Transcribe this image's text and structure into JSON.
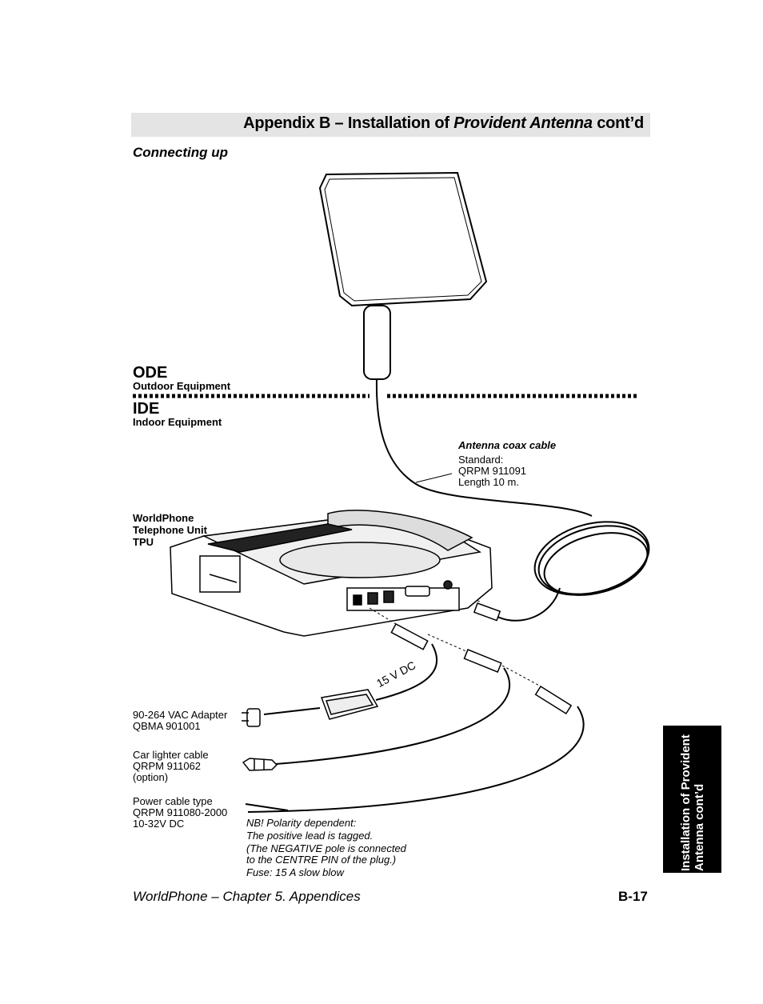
{
  "header": {
    "title_prefix": "Appendix B – Installation of ",
    "title_italic": "Provident Antenna",
    "title_suffix": " cont’d"
  },
  "section_heading": "Connecting up",
  "zones": {
    "ode_abbr": "ODE",
    "ode_label": "Outdoor Equipment",
    "ide_abbr": "IDE",
    "ide_label": "Indoor Equipment"
  },
  "antenna_cable": {
    "title": "Antenna coax cable",
    "line1": "Standard:",
    "line2": "QRPM 911091",
    "line3": "Length 10 m."
  },
  "tpu": {
    "line1": "WorldPhone",
    "line2": "Telephone Unit",
    "line3": "TPU"
  },
  "voltage_label": "15 V DC",
  "vac_adapter": {
    "line1": "90-264 VAC Adapter",
    "line2": "QBMA 901001"
  },
  "car_lighter": {
    "line1": "Car lighter cable",
    "line2": "QRPM 911062",
    "line3": "(option)"
  },
  "power_cable": {
    "line1": "Power cable type",
    "line2": "QRPM 911080-2000",
    "line3": "10-32V DC"
  },
  "note": {
    "line1": "NB! Polarity dependent:",
    "line2": "The positive lead is tagged.",
    "line3": "(The NEGATIVE pole is connected",
    "line4": "to the CENTRE PIN of the plug.)",
    "line5": "Fuse: 15 A slow blow"
  },
  "footer": {
    "left": "WorldPhone  – Chapter 5. Appendices",
    "right": "B-17"
  },
  "side_tab": {
    "line1": "Installation of Provident",
    "line2": "Antenna cont’d"
  }
}
